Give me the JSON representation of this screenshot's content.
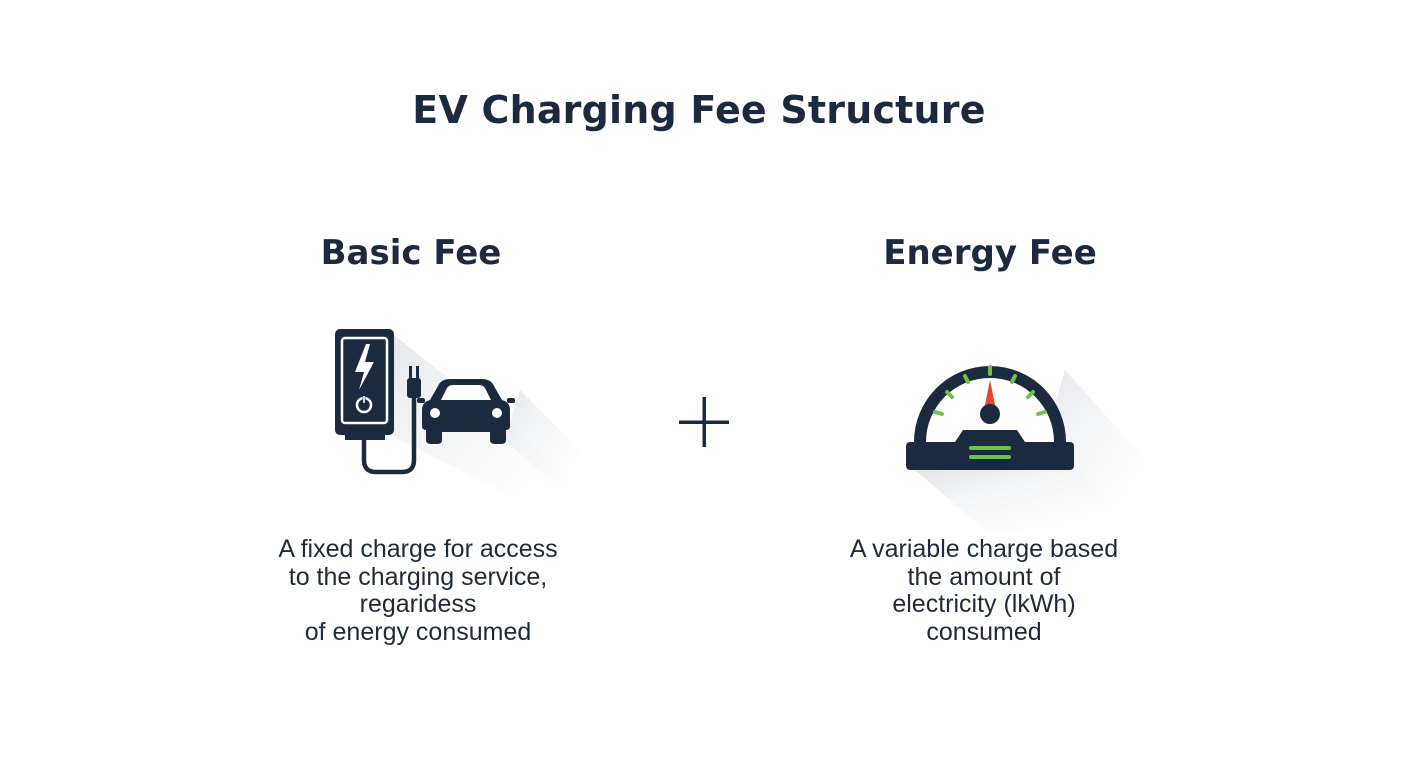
{
  "title": "EV Charging Fee Structure",
  "operator": "+",
  "columns": [
    {
      "heading": "Basic Fee",
      "icon": "charger-car-icon",
      "description_lines": [
        "A fixed charge for access",
        "to the charging service,",
        "regaridess",
        "of energy consumed"
      ]
    },
    {
      "heading": "Energy Fee",
      "icon": "gauge-meter-icon",
      "description_lines": [
        "A variable charge based",
        "the amount of",
        "electricity (lkWh)",
        "consumed"
      ]
    }
  ],
  "colors": {
    "navy": "#1c2a40",
    "accent_green": "#6cc24a",
    "accent_red": "#e8452c",
    "shadow": "#e9ebee"
  }
}
